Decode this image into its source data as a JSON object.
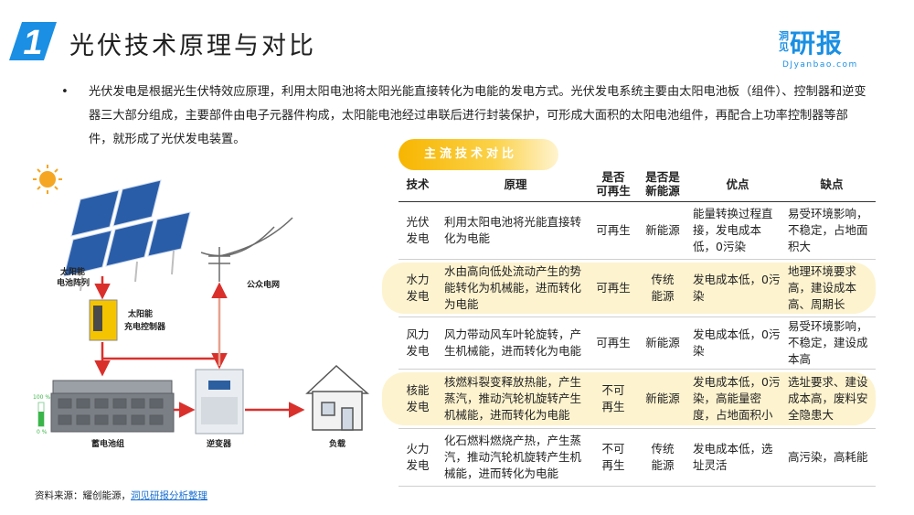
{
  "header": {
    "number": "1",
    "title": "光伏技术原理与对比",
    "logo_small": "洞见",
    "logo_big": "研报",
    "logo_domain": "DJyanbao.com"
  },
  "intro": {
    "bullet": "•",
    "text": "光伏发电是根据光生伏特效应原理，利用太阳电池将太阳光能直接转化为电能的发电方式。光伏发电系统主要由太阳电池板（组件）、控制器和逆变器三大部分组成，主要部件由电子元器件构成，太阳能电池经过串联后进行封装保护，可形成大面积的太阳电池组件，再配合上功率控制器等部件，就形成了光伏发电装置。"
  },
  "diagram": {
    "array_label_1": "太阳能",
    "array_label_2": "电池阵列",
    "controller_label_1": "太阳能",
    "controller_label_2": "充电控制器",
    "grid_label": "公众电网",
    "battery_label": "蓄电池组",
    "inverter_label": "逆变器",
    "load_label": "负载",
    "battery_full": "100 %",
    "battery_empty": "0 %"
  },
  "table": {
    "section_title": "主流技术对比",
    "headers": {
      "tech": "技术",
      "principle": "原理",
      "renewable": "是否\n可再生",
      "new_energy": "是否是\n新能源",
      "pros": "优点",
      "cons": "缺点"
    },
    "rows": [
      {
        "tech": "光伏\n发电",
        "principle": "利用太阳电池将光能直接转化为电能",
        "renewable": "可再生",
        "new_energy": "新能源",
        "pros": "能量转换过程直接，发电成本低，0污染",
        "cons": "易受环境影响，不稳定，占地面积大"
      },
      {
        "tech": "水力\n发电",
        "principle": "水由高向低处流动产生的势能转化为机械能，进而转化为电能",
        "renewable": "可再生",
        "new_energy": "传统\n能源",
        "pros": "发电成本低，0污染",
        "cons": "地理环境要求高，建设成本高、周期长"
      },
      {
        "tech": "风力\n发电",
        "principle": "风力带动风车叶轮旋转，产生机械能，进而转化为电能",
        "renewable": "可再生",
        "new_energy": "新能源",
        "pros": "发电成本低，0污染",
        "cons": "易受环境影响，不稳定，建设成本高"
      },
      {
        "tech": "核能\n发电",
        "principle": "核燃料裂变释放热能，产生蒸汽，推动汽轮机旋转产生机械能，进而转化为电能",
        "renewable": "不可\n再生",
        "new_energy": "新能源",
        "pros": "发电成本低，0污染，高能量密度，占地面积小",
        "cons": "选址要求、建设成本高，废料安全隐患大"
      },
      {
        "tech": "火力\n发电",
        "principle": "化石燃料燃烧产热，产生蒸汽，推动汽轮机旋转产生机械能，进而转化为电能",
        "renewable": "不可\n再生",
        "new_energy": "传统\n能源",
        "pros": "发电成本低，选址灵活",
        "cons": "高污染，高耗能"
      }
    ]
  },
  "source": {
    "prefix": "资料来源：耀创能源，",
    "link": "洞见研报分析整理"
  },
  "colors": {
    "accent_blue": "#1a8fe3",
    "highlight": "#fdf3cf",
    "pill": "#f7b500",
    "arrow_red": "#d9302c"
  }
}
